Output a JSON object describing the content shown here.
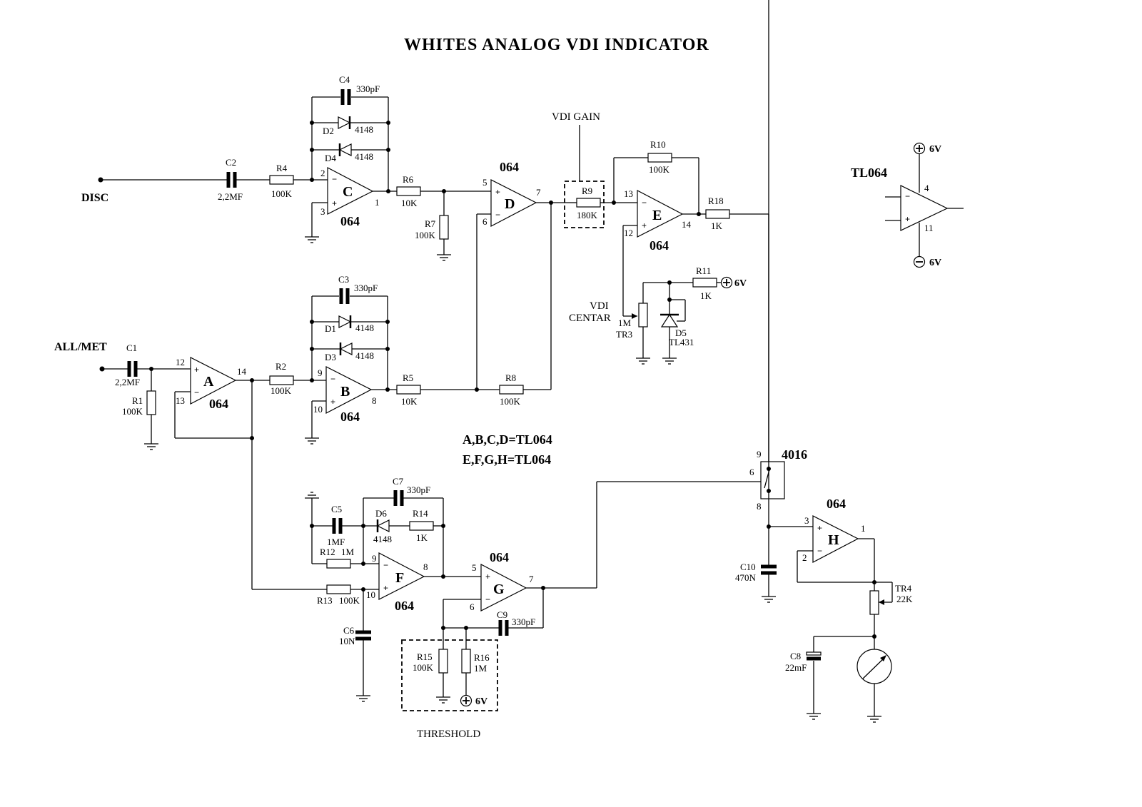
{
  "title": "WHITES ANALOG VDI INDICATOR",
  "inputs": {
    "disc": "DISC",
    "all_met": "ALL/MET"
  },
  "opamps": {
    "A": {
      "letter": "A",
      "part": "064",
      "pins": {
        "plus": "12",
        "minus": "13",
        "out": "14"
      }
    },
    "B": {
      "letter": "B",
      "part": "064",
      "pins": {
        "minus": "9",
        "plus": "10",
        "out": "8"
      }
    },
    "C": {
      "letter": "C",
      "part": "064",
      "pins": {
        "minus": "2",
        "plus": "3",
        "out": "1"
      }
    },
    "D": {
      "letter": "D",
      "part": "064",
      "pins": {
        "plus": "5",
        "minus": "6",
        "out": "7"
      }
    },
    "E": {
      "letter": "E",
      "part": "064",
      "pins": {
        "minus": "13",
        "plus": "12",
        "out": "14"
      }
    },
    "F": {
      "letter": "F",
      "part": "064",
      "pins": {
        "minus": "9",
        "plus": "10",
        "out": "8"
      }
    },
    "G": {
      "letter": "G",
      "part": "064",
      "pins": {
        "plus": "5",
        "minus": "6",
        "out": "7"
      }
    },
    "H": {
      "letter": "H",
      "part": "064",
      "pins": {
        "plus": "3",
        "minus": "2",
        "out": "1"
      }
    }
  },
  "components": {
    "C1": {
      "ref": "C1",
      "value": "2,2MF"
    },
    "C2": {
      "ref": "C2",
      "value": "2,2MF"
    },
    "C3": {
      "ref": "C3",
      "value": "330pF"
    },
    "C4": {
      "ref": "C4",
      "value": "330pF"
    },
    "C5": {
      "ref": "C5",
      "value": "1MF"
    },
    "C6": {
      "ref": "C6",
      "value": "10N"
    },
    "C7": {
      "ref": "C7",
      "value": "330pF"
    },
    "C8": {
      "ref": "C8",
      "value": "22mF"
    },
    "C9": {
      "ref": "C9",
      "value": "330pF"
    },
    "C10": {
      "ref": "C10",
      "value": "470N"
    },
    "R1": {
      "ref": "R1",
      "value": "100K"
    },
    "R2": {
      "ref": "R2",
      "value": "100K"
    },
    "R4": {
      "ref": "R4",
      "value": "100K"
    },
    "R5": {
      "ref": "R5",
      "value": "10K"
    },
    "R6": {
      "ref": "R6",
      "value": "10K"
    },
    "R7": {
      "ref": "R7",
      "value": "100K"
    },
    "R8": {
      "ref": "R8",
      "value": "100K"
    },
    "R9": {
      "ref": "R9",
      "value": "180K"
    },
    "R10": {
      "ref": "R10",
      "value": "100K"
    },
    "R11": {
      "ref": "R11",
      "value": "1K"
    },
    "R12": {
      "ref": "R12",
      "value": "1M"
    },
    "R13": {
      "ref": "R13",
      "value": "100K"
    },
    "R14": {
      "ref": "R14",
      "value": "1K"
    },
    "R15": {
      "ref": "R15",
      "value": "100K"
    },
    "R16": {
      "ref": "R16",
      "value": "1M"
    },
    "R18": {
      "ref": "R18",
      "value": "1K"
    },
    "D1": {
      "ref": "D1",
      "value": "4148"
    },
    "D2": {
      "ref": "D2",
      "value": "4148"
    },
    "D3": {
      "ref": "D3",
      "value": "4148"
    },
    "D4": {
      "ref": "D4",
      "value": "4148"
    },
    "D5": {
      "ref": "D5",
      "value": "TL431"
    },
    "D6": {
      "ref": "D6",
      "value": "4148"
    },
    "TR3": {
      "ref": "TR3",
      "value": "1M"
    },
    "TR4": {
      "ref": "TR4",
      "value": "22K"
    }
  },
  "annotations": {
    "vdi_gain": "VDI GAIN",
    "vdi_centar_1": "VDI",
    "vdi_centar_2": "CENTAR",
    "threshold": "THRESHOLD",
    "note_abcd": "A,B,C,D=TL064",
    "note_efgh": "E,F,G,H=TL064"
  },
  "switch": {
    "part": "4016",
    "pins": {
      "in": "9",
      "ctrl": "6",
      "out": "8"
    }
  },
  "power": {
    "plus_sign": "+",
    "minus_sign": "−",
    "plus_label": "6V",
    "minus_label": "6V"
  },
  "pinout": {
    "title": "TL064",
    "vplus_pin": "4",
    "vminus_pin": "11",
    "minus_sign": "−",
    "plus_sign": "+"
  }
}
